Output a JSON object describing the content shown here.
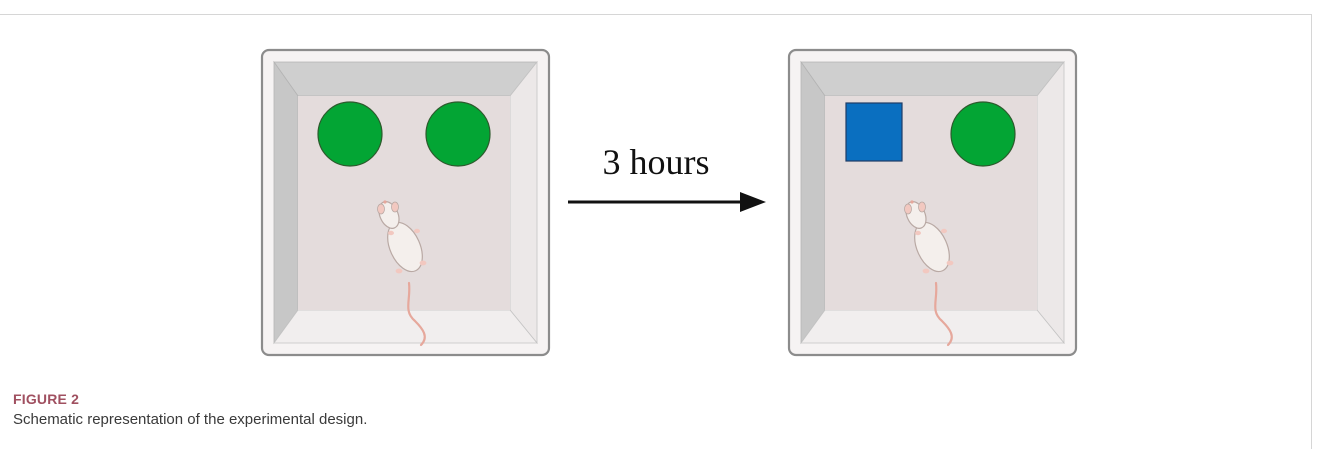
{
  "diagram": {
    "arrow_label": "3 hours",
    "colors": {
      "familiar_object": "#03a534",
      "novel_object": "#0a6fc0",
      "arena_floor": "#e4dcdc",
      "arena_wall": "#cfcfcf",
      "arena_border": "#8c8c8c",
      "mouse_body": "#f4efec",
      "mouse_tail": "#e6a89c"
    },
    "panels": [
      {
        "objects": [
          "circle",
          "circle"
        ]
      },
      {
        "objects": [
          "square",
          "circle"
        ]
      }
    ]
  },
  "caption": {
    "label": "FIGURE 2",
    "text": "Schematic representation of the experimental design."
  }
}
